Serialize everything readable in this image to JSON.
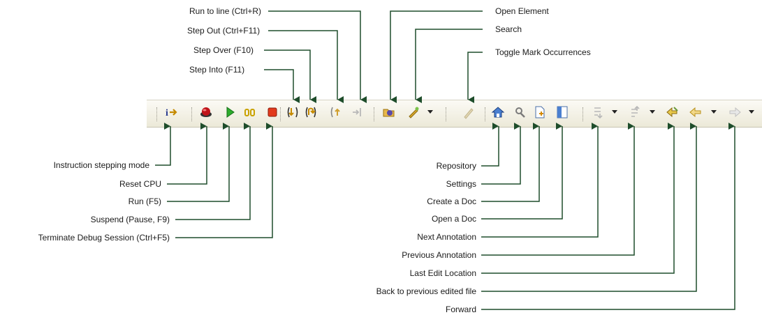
{
  "colors": {
    "connector": "#1e4d2b",
    "toolbar_bg": "#ece9d8"
  },
  "top_labels": [
    {
      "id": "run-to-line",
      "text": "Run to line (Ctrl+R)"
    },
    {
      "id": "step-out",
      "text": "Step Out (Ctrl+F11)"
    },
    {
      "id": "step-over",
      "text": "Step Over (F10)"
    },
    {
      "id": "step-into",
      "text": "Step Into (F11)"
    },
    {
      "id": "open-element",
      "text": "Open Element"
    },
    {
      "id": "search",
      "text": "Search"
    },
    {
      "id": "toggle-mark",
      "text": "Toggle Mark Occurrences"
    }
  ],
  "left_labels": [
    {
      "id": "instruction-stepping",
      "text": "Instruction stepping mode"
    },
    {
      "id": "reset-cpu",
      "text": "Reset CPU"
    },
    {
      "id": "run",
      "text": "Run (F5)"
    },
    {
      "id": "suspend",
      "text": "Suspend (Pause, F9)"
    },
    {
      "id": "terminate",
      "text": "Terminate Debug Session (Ctrl+F5)"
    }
  ],
  "right_labels": [
    {
      "id": "repository",
      "text": "Repository"
    },
    {
      "id": "settings",
      "text": "Settings"
    },
    {
      "id": "create-doc",
      "text": "Create a Doc"
    },
    {
      "id": "open-doc",
      "text": "Open a Doc"
    },
    {
      "id": "next-annotation",
      "text": "Next Annotation"
    },
    {
      "id": "previous-annotation",
      "text": "Previous Annotation"
    },
    {
      "id": "last-edit",
      "text": "Last Edit Location"
    },
    {
      "id": "back-edited",
      "text": "Back to previous edited file"
    },
    {
      "id": "forward",
      "text": "Forward"
    }
  ],
  "toolbar_icons": [
    "instruction-stepping-icon",
    "reset-cpu-icon",
    "run-icon",
    "suspend-icon",
    "terminate-icon",
    "step-into-icon",
    "step-over-icon",
    "step-out-icon",
    "run-to-line-icon",
    "open-element-icon",
    "search-icon",
    "toggle-mark-icon",
    "repository-icon",
    "settings-icon",
    "create-doc-icon",
    "open-doc-icon",
    "next-annotation-icon",
    "previous-annotation-icon",
    "last-edit-icon",
    "back-icon",
    "forward-icon"
  ]
}
